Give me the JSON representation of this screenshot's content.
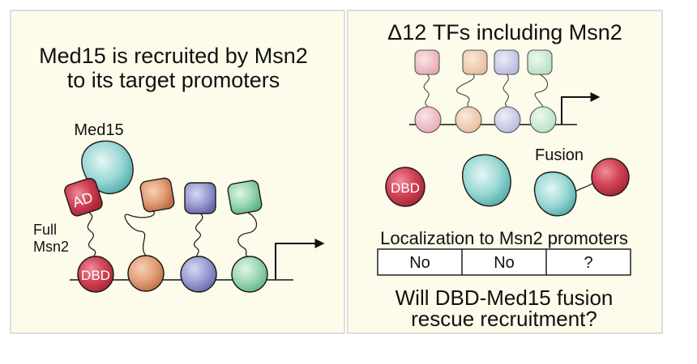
{
  "panel_left": {
    "title_line1": "Med15 is recruited by Msn2",
    "title_line2": "to its target promoters",
    "label_med15": "Med15",
    "label_ad": "AD",
    "label_full": "Full",
    "label_msn2": "Msn2",
    "label_dbd": "DBD"
  },
  "panel_right": {
    "title": "Δ12 TFs including Msn2",
    "label_dbd": "DBD",
    "label_fusion": "Fusion",
    "localization_title": "Localization to Msn2 promoters",
    "table_cells": [
      "No",
      "No",
      "?"
    ],
    "question_line1": "Will DBD-Med15 fusion",
    "question_line2": "rescue recruitment?"
  },
  "colors": {
    "background": "#fdfbea",
    "panel_border": "#c9c9c9",
    "msn2_red": "#c9394b",
    "med15_teal": "#74c4c1",
    "orange": "#dc8e63",
    "purple": "#8c8ec8",
    "green": "#88cfa4"
  }
}
